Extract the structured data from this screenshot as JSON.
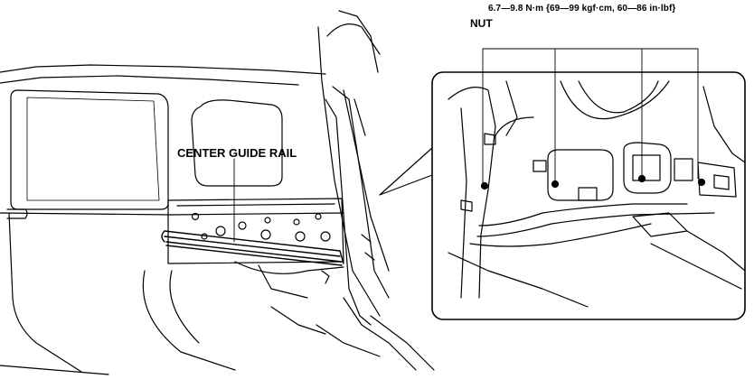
{
  "labels": {
    "torque_spec": "6.7—9.8 N·m {69—99 kgf·cm, 60—86 in·lbf}",
    "nut": "NUT",
    "center_guide_rail": "CENTER GUIDE RAIL"
  },
  "colors": {
    "line": "#000000",
    "background": "#ffffff"
  }
}
